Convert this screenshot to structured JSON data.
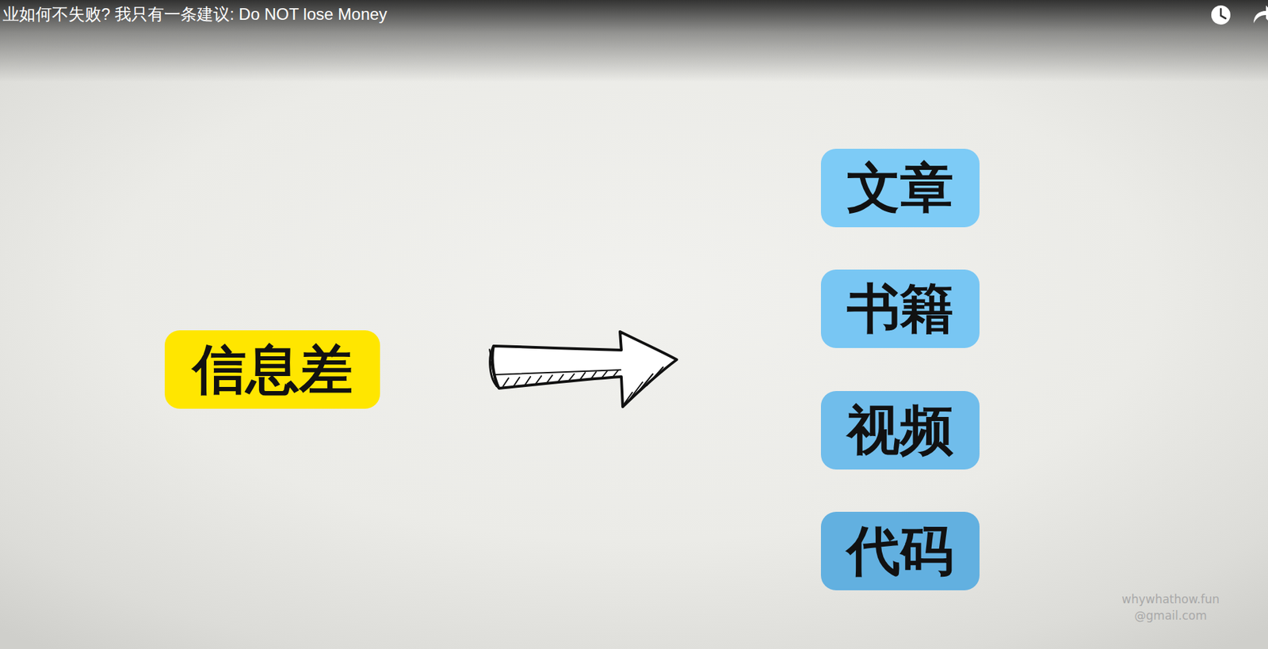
{
  "diagram": {
    "title": "业如何不失败? 我只有一条建议: Do NOT lose Money",
    "nodes": [
      {
        "text": [
          "信息差"
        ]
      },
      {
        "text": [
          "文章"
        ]
      },
      {
        "text": [
          "书籍"
        ]
      },
      {
        "text": [
          "视频"
        ]
      },
      {
        "text": [
          "代码"
        ]
      }
    ],
    "labels": [
      "whywhathow.fun @gmail.com"
    ]
  }
}
